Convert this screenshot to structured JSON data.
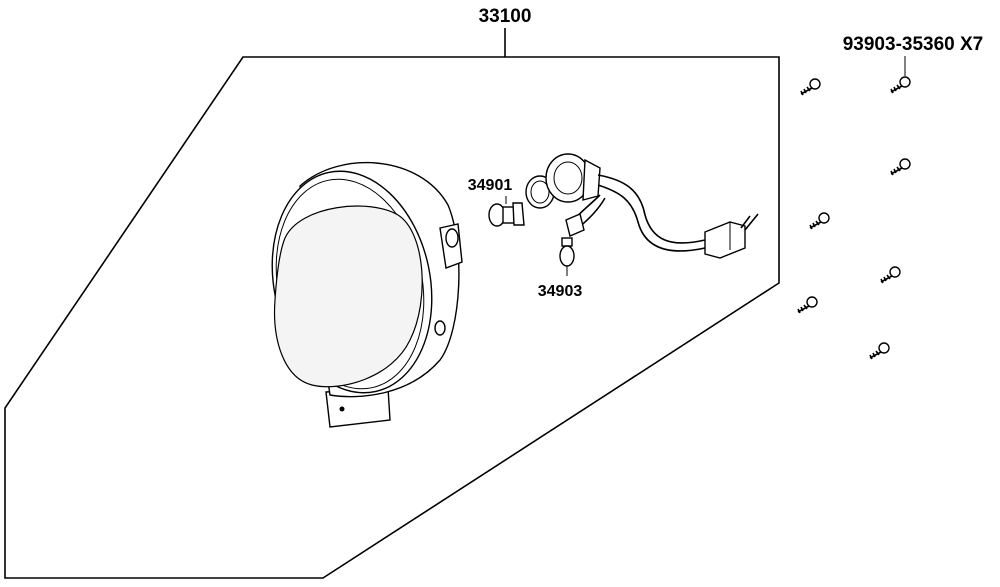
{
  "labels": {
    "assembly": "33100",
    "screw": "93903-35360 X7",
    "bulb_main": "34901",
    "bulb_small": "34903"
  },
  "colors": {
    "line": "#000000",
    "background": "#ffffff"
  }
}
